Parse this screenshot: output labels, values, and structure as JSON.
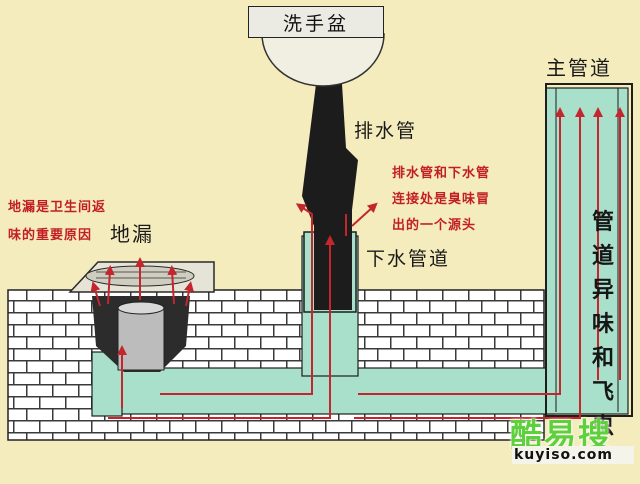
{
  "labels": {
    "basin": "洗手盆",
    "drain_pipe": "排水管",
    "sewer_pipe": "下水管道",
    "main_pipe": "主管道",
    "floor_drain": "地漏",
    "floor_drain_note_line1": "地漏是卫生间返",
    "floor_drain_note_line2": "味的重要原因",
    "joint_note_line1": "排水管和下水管",
    "joint_note_line2": "连接处是臭味冒",
    "joint_note_line3": "出的一个源头",
    "vertical_text": "管道异味和飞虫"
  },
  "watermark": {
    "name": "酷易搜",
    "url": "kuyiso.com"
  },
  "colors": {
    "background": "#f4ecbd",
    "pipe_water": "#a8e0cc",
    "brick": "#ffffff",
    "mortar": "#3a3a3a",
    "arrow": "#c4262e",
    "drain_pipe": "#1c1c1c"
  }
}
